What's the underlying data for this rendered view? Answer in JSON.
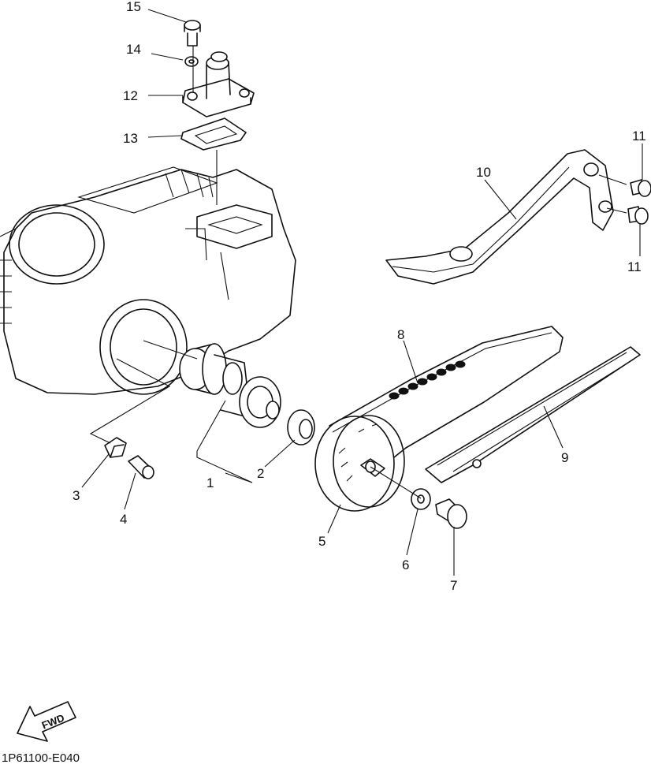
{
  "diagram": {
    "part_labels": [
      "1",
      "2",
      "3",
      "4",
      "5",
      "6",
      "7",
      "8",
      "9",
      "10",
      "11",
      "11",
      "12",
      "13",
      "14",
      "15"
    ],
    "fwd_label": "FWD",
    "diagram_code": "1P61100-E040"
  }
}
